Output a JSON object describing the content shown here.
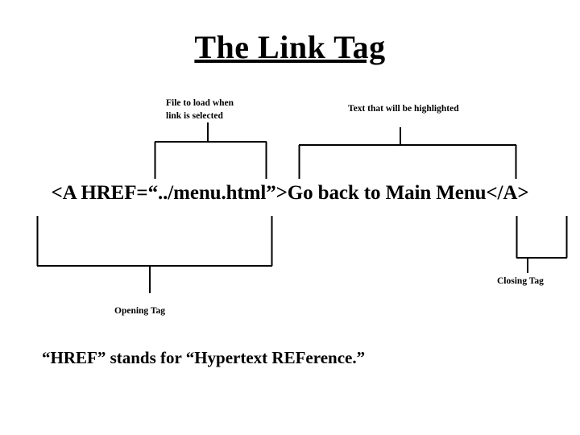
{
  "slide": {
    "background_color": "#ffffff",
    "ink_color": "#000000",
    "title": "The Link Tag",
    "code_line": "<A HREF=“../menu.html”>Go back to Main Menu</A>",
    "footnote": "“HREF” stands for “Hypertext REFerence.”",
    "callouts": {
      "file_to_load": "File to load when\nlink is selected",
      "highlighted_text": "Text that will be highlighted",
      "opening_tag": "Opening Tag",
      "closing_tag": "Closing Tag"
    }
  }
}
